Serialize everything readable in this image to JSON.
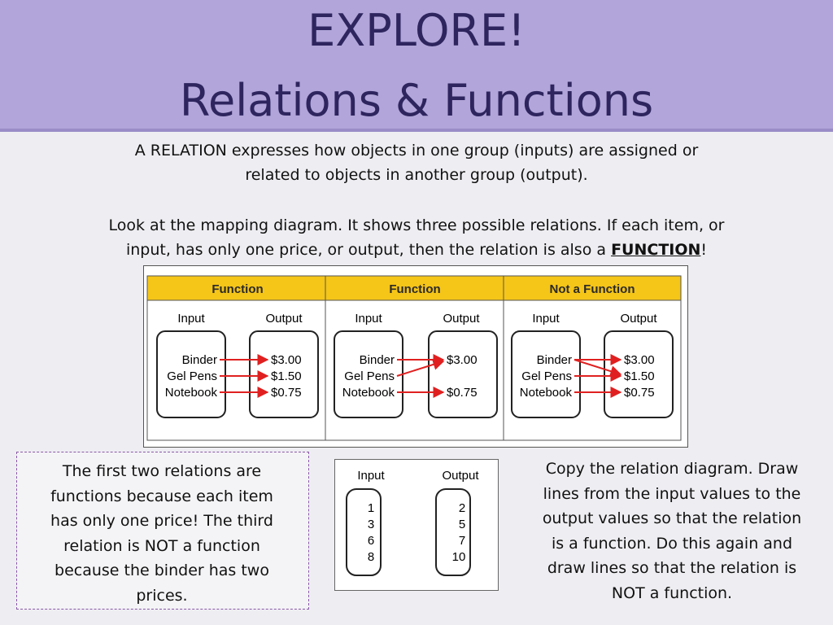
{
  "slide": {
    "title_line1": "EXPLORE!",
    "title_line2": "Relations & Functions",
    "intro_line1": "A RELATION expresses how objects in one group (inputs) are assigned or",
    "intro_line2": "related to objects in another group (output).",
    "look_line1": "Look at the mapping diagram.  It shows three possible relations.  If each item, or",
    "look_line2_a": "input, has only one price, or output, then the relation is also a ",
    "look_line2_bold": "FUNCTION",
    "look_line2_end": "!"
  },
  "mapping_table": {
    "headers": [
      "Function",
      "Function",
      "Not a Function"
    ],
    "input_label": "Input",
    "output_label": "Output",
    "inputs": [
      "Binder",
      "Gel Pens",
      "Notebook"
    ],
    "outputs": [
      "$3.00",
      "$1.50",
      "$0.75"
    ],
    "header_color": "#f5c518"
  },
  "explanation": {
    "line1": "The first two relations are",
    "line2": "functions because each item",
    "line3": "has only one price!  The third",
    "line4": "relation is NOT a function",
    "line5": "because the binder has two",
    "line6": "prices."
  },
  "practice_diagram": {
    "input_label": "Input",
    "output_label": "Output",
    "inputs": [
      "1",
      "3",
      "6",
      "8"
    ],
    "outputs": [
      "2",
      "5",
      "7",
      "10"
    ]
  },
  "instructions": {
    "line1": "Copy the relation diagram. Draw",
    "line2": "lines from the input values to the",
    "line3": "output values so that the relation",
    "line4": "is a function.  Do this again and",
    "line5": "draw lines so that the relation is",
    "line6": "NOT a function."
  },
  "colors": {
    "header_bg": "#b1a5d9",
    "title": "#2e255e",
    "arrow": "#e02020"
  }
}
